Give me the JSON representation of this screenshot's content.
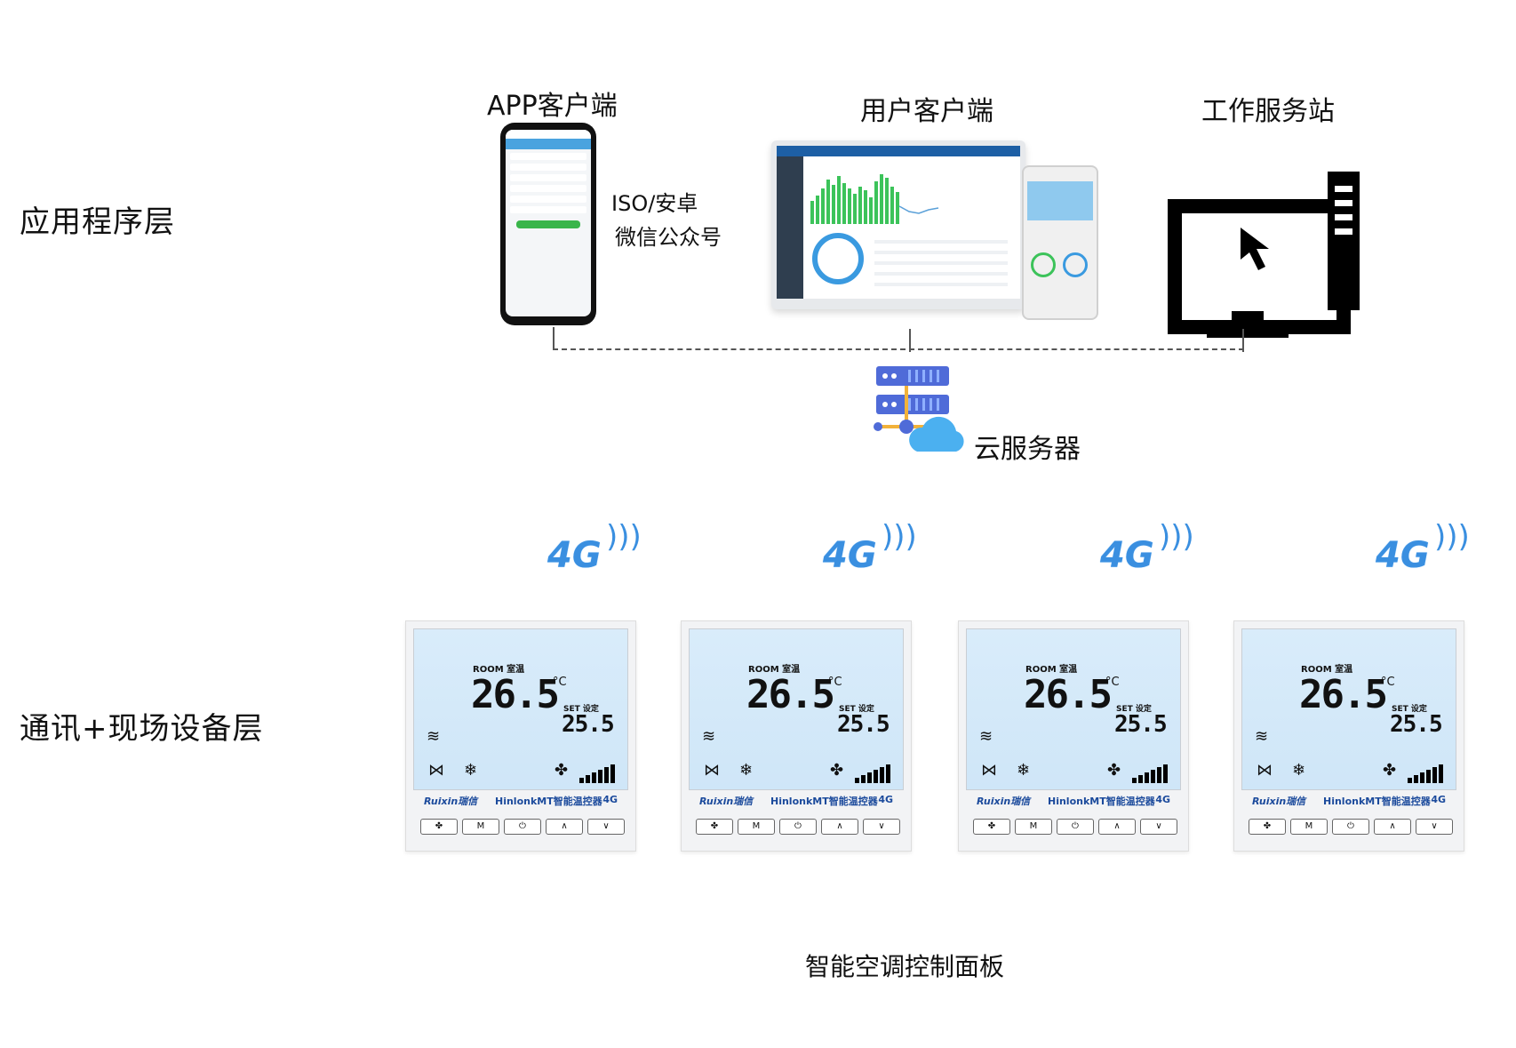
{
  "layers": {
    "app_layer": "应用程序层",
    "device_layer": "通讯+现场设备层"
  },
  "nodes": {
    "app_client": "APP客户端",
    "app_sub_1": "ISO/安卓",
    "app_sub_2": "微信公众号",
    "user_client": "用户客户端",
    "workstation": "工作服务站",
    "cloud": "云服务器"
  },
  "panels": {
    "network": "4G",
    "room_label": "ROOM  室温",
    "room_temp": "26.5",
    "unit": "°C",
    "set_label": "SET  设定",
    "set_temp": "25.5",
    "brand": "Ruixin瑞信",
    "model": "HinlonkMT智能温控器",
    "badge": "4G",
    "keys": [
      "✤",
      "M",
      "⏻",
      "∧",
      "∨"
    ]
  },
  "caption": "智能空调控制面板",
  "colors": {
    "accent": "#3a8fe0",
    "lcd": "#d9ecfa",
    "server": "#4f6bd8",
    "cloud": "#4bb0f0"
  }
}
